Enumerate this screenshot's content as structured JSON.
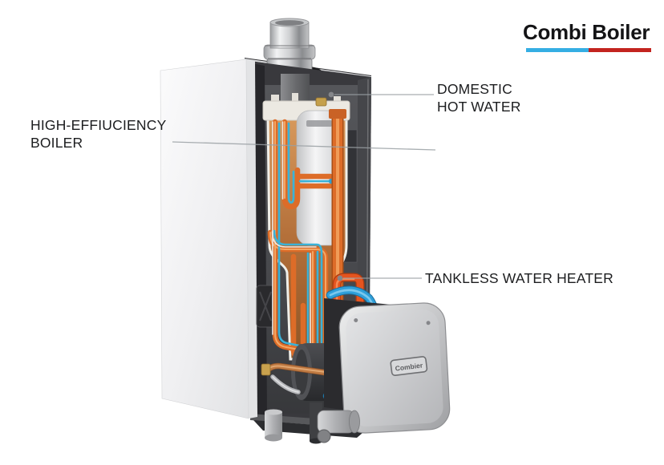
{
  "brand": {
    "title": "Combi Boiler",
    "underline": {
      "left_color": "#35aee3",
      "right_color": "#c3241f"
    }
  },
  "labels": {
    "high_efficiency_boiler": {
      "line1": "HIGH-EFFIUCIENCY",
      "line2": "BOILER"
    },
    "domestic_hot_water": {
      "line1": "DOMESTIC",
      "line2": "HOT WATER"
    },
    "tankless_water_heater": {
      "text": "TANKLESS WATER HEATER"
    }
  },
  "illustration": {
    "unit_logo": "Combier",
    "subject": "combi boiler cutaway",
    "colors": {
      "hot_pipe_orange": "#dd6c28",
      "cold_pipe_blue": "#2fa0da",
      "copper_pipe": "#bf7a43",
      "leader_line_gray": "#9aa0a4",
      "label_text": "#1c1d1f"
    }
  }
}
